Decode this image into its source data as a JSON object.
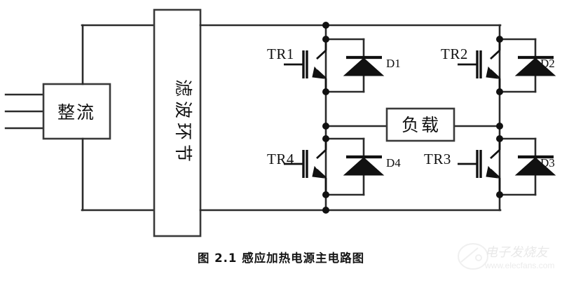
{
  "figure": {
    "caption": "图 2.1 感应加热电源主电路图",
    "blocks": {
      "rectifier": "整流",
      "filter": "滤波环节",
      "load": "负载"
    },
    "switches": [
      {
        "id": "tr1",
        "label": "TR1"
      },
      {
        "id": "tr2",
        "label": "TR2"
      },
      {
        "id": "tr3",
        "label": "TR3"
      },
      {
        "id": "tr4",
        "label": "TR4"
      }
    ],
    "diodes": [
      {
        "id": "d1",
        "label": "D1"
      },
      {
        "id": "d2",
        "label": "D2"
      },
      {
        "id": "d3",
        "label": "D3"
      },
      {
        "id": "d4",
        "label": "D4"
      }
    ],
    "colors": {
      "wire": "#2b2b2b",
      "device": "#111111",
      "background": "#ffffff",
      "caption": "#141414"
    }
  },
  "watermark": {
    "brand": "电子发烧友",
    "url": "www.elecfans.com"
  }
}
